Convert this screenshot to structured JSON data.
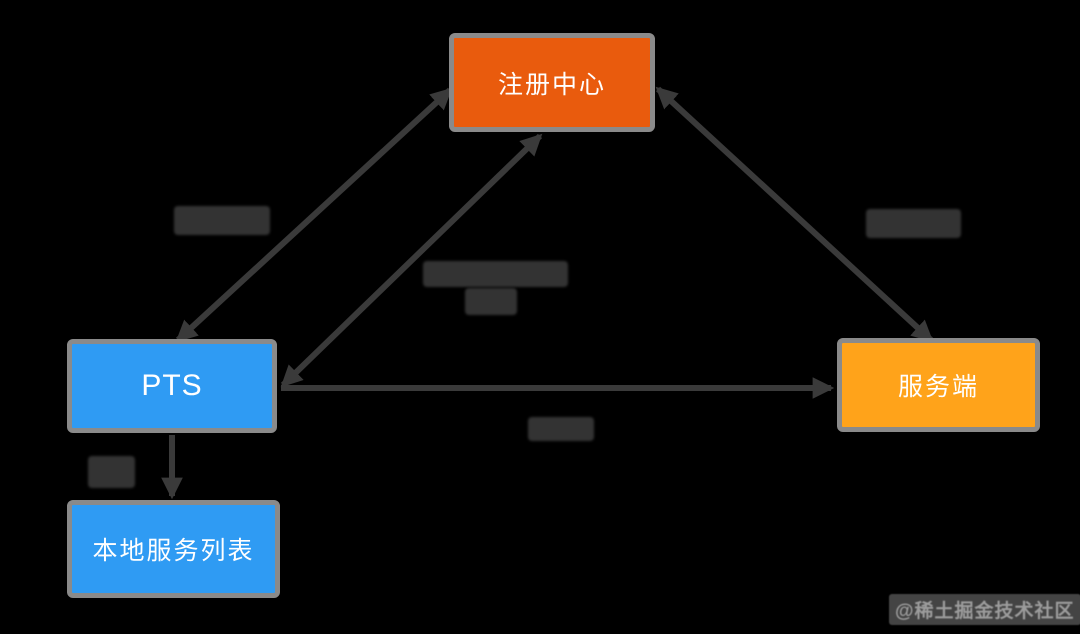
{
  "diagram": {
    "background_color": "#000000",
    "nodes": [
      {
        "id": "registry-center",
        "label": "注册中心",
        "fill": "#E95B0D",
        "text_color": "#FFFFFF"
      },
      {
        "id": "pts",
        "label": "PTS",
        "fill": "#2F9BF3",
        "text_color": "#FFFFFF"
      },
      {
        "id": "server",
        "label": "服务端",
        "fill": "#FFA31A",
        "text_color": "#FFFFFF"
      },
      {
        "id": "local-service-list",
        "label": "本地服务列表",
        "fill": "#2F9BF3",
        "text_color": "#FFFFFF"
      }
    ],
    "edges": [
      {
        "id": "pts-registry-left",
        "from": "pts",
        "to": "registry-center",
        "arrows": "both",
        "label": {
          "legible": false,
          "appearance": "blurred-dark-block"
        }
      },
      {
        "id": "pts-registry-middle",
        "from": "pts",
        "to": "registry-center",
        "arrows": "both",
        "label": {
          "legible": false,
          "appearance": "blurred-dark-block",
          "lines": 2
        }
      },
      {
        "id": "server-registry",
        "from": "server",
        "to": "registry-center",
        "arrows": "both",
        "label": {
          "legible": false,
          "appearance": "blurred-dark-block"
        }
      },
      {
        "id": "pts-server",
        "from": "pts",
        "to": "server",
        "arrows": "end",
        "label": {
          "legible": false,
          "appearance": "blurred-dark-block"
        }
      },
      {
        "id": "pts-local-list",
        "from": "pts",
        "to": "local-service-list",
        "arrows": "end",
        "label": {
          "legible": false,
          "appearance": "blurred-dark-block"
        }
      }
    ],
    "colors": {
      "edge": "#3A3A3A",
      "node_border": "#8A8A8A",
      "redacted_label": "#333333"
    }
  },
  "watermark": {
    "text": "@稀土掘金技术社区",
    "color": "#9C9C9C"
  }
}
